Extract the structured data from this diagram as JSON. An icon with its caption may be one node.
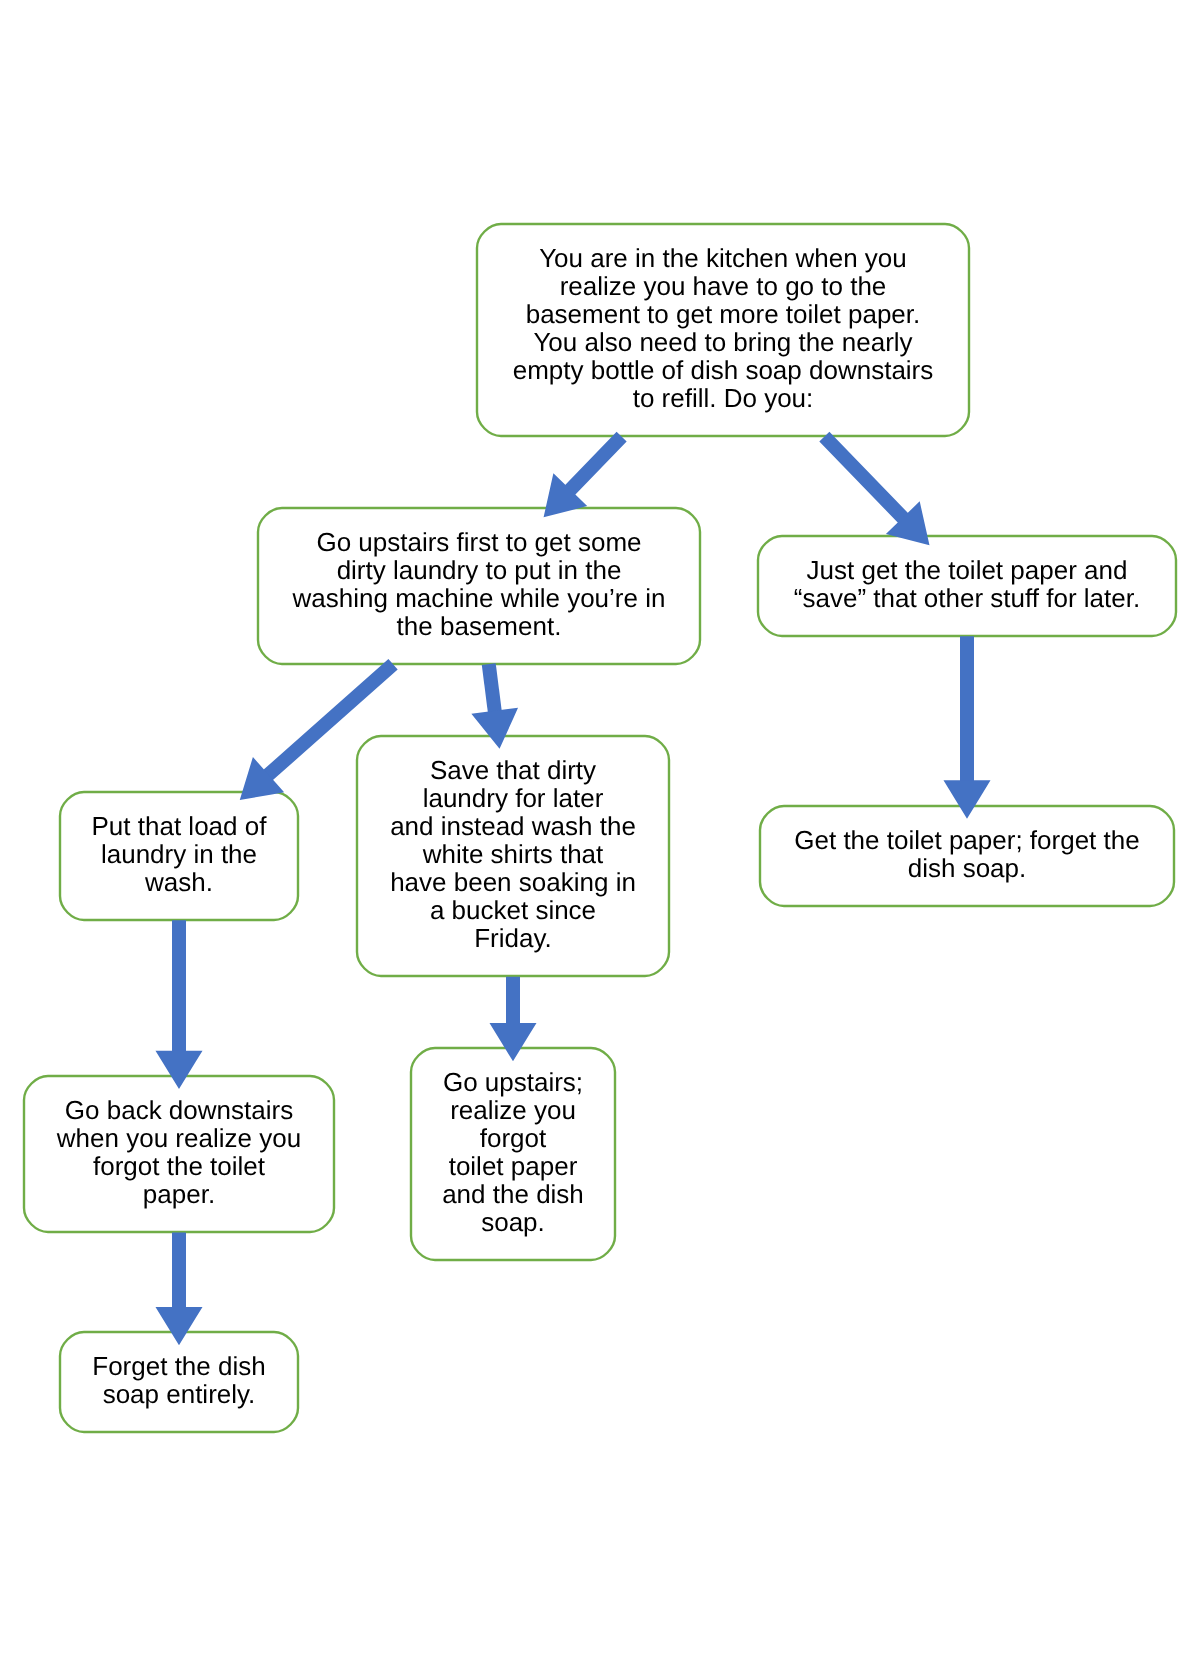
{
  "diagram": {
    "nodes": [
      {
        "text": [
          "You are in the kitchen when you realize you have to go to the basement to get more toilet paper. You also need to bring the nearly empty bottle of dish soap downstairs to refill. Do you:"
        ]
      },
      {
        "text": [
          "Go upstairs first to get some dirty laundry to put in the washing machine while you’re in the basement."
        ]
      },
      {
        "text": [
          "Just get the toilet paper and “save” that other stuff for later."
        ]
      },
      {
        "text": [
          "Put that load of laundry in the wash."
        ]
      },
      {
        "text": [
          "Save that dirty laundry for later and instead wash the white shirts that have been soaking in a bucket since Friday."
        ]
      },
      {
        "text": [
          "Get the toilet paper; forget the dish soap."
        ]
      },
      {
        "text": [
          "Go back downstairs when you realize you forgot the toilet paper."
        ]
      },
      {
        "text": [
          "Go upstairs; realize you forgot toilet paper and the dish soap."
        ]
      },
      {
        "text": [
          "Forget the dish soap entirely."
        ]
      }
    ],
    "edges": [
      {
        "from": 0,
        "to": 1,
        "arrow": "to"
      },
      {
        "from": 0,
        "to": 2,
        "arrow": "to"
      },
      {
        "from": 1,
        "to": 3,
        "arrow": "to"
      },
      {
        "from": 1,
        "to": 4,
        "arrow": "to"
      },
      {
        "from": 2,
        "to": 5,
        "arrow": "to"
      },
      {
        "from": 3,
        "to": 6,
        "arrow": "to"
      },
      {
        "from": 4,
        "to": 7,
        "arrow": "to"
      },
      {
        "from": 6,
        "to": 8,
        "arrow": "to"
      }
    ]
  }
}
